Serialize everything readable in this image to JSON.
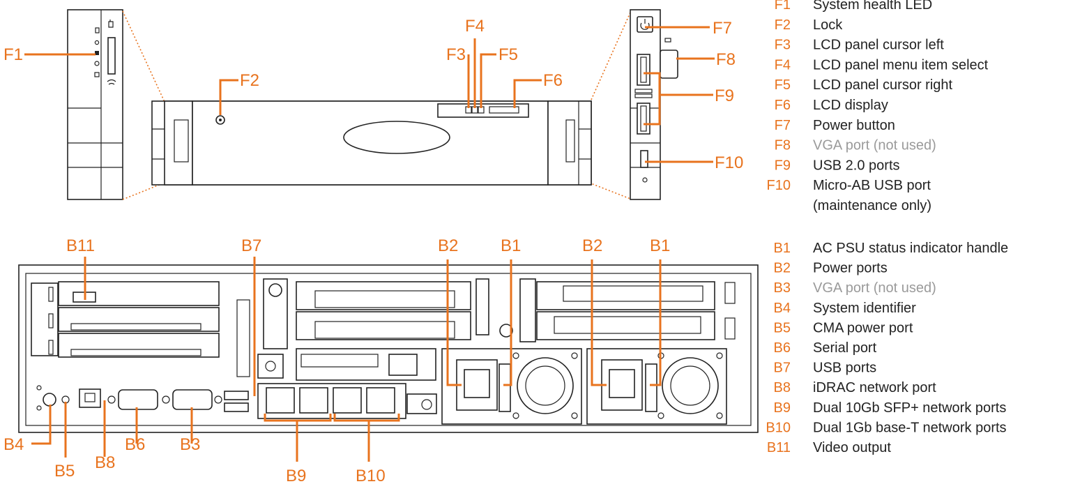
{
  "front_legend": [
    {
      "code": "F1",
      "desc": "System health LED",
      "muted": false
    },
    {
      "code": "F2",
      "desc": "Lock",
      "muted": false
    },
    {
      "code": "F3",
      "desc": "LCD panel cursor left",
      "muted": false
    },
    {
      "code": "F4",
      "desc": "LCD panel menu item select",
      "muted": false
    },
    {
      "code": "F5",
      "desc": "LCD panel cursor right",
      "muted": false
    },
    {
      "code": "F6",
      "desc": "LCD display",
      "muted": false
    },
    {
      "code": "F7",
      "desc": "Power button",
      "muted": false
    },
    {
      "code": "F8",
      "desc": "VGA port (not used)",
      "muted": true
    },
    {
      "code": "F9",
      "desc": "USB 2.0 ports",
      "muted": false
    },
    {
      "code": "F10",
      "desc": "Micro-AB USB port",
      "desc2": "(maintenance only)",
      "muted": false
    }
  ],
  "back_legend": [
    {
      "code": "B1",
      "desc": "AC PSU status indicator handle",
      "muted": false
    },
    {
      "code": "B2",
      "desc": "Power ports",
      "muted": false
    },
    {
      "code": "B3",
      "desc": "VGA port (not used)",
      "muted": true
    },
    {
      "code": "B4",
      "desc": "System identifier",
      "muted": false
    },
    {
      "code": "B5",
      "desc": "CMA power port",
      "muted": false
    },
    {
      "code": "B6",
      "desc": "Serial port",
      "muted": false
    },
    {
      "code": "B7",
      "desc": "USB ports",
      "muted": false
    },
    {
      "code": "B8",
      "desc": "iDRAC network port",
      "muted": false
    },
    {
      "code": "B9",
      "desc": "Dual 10Gb SFP+ network ports",
      "muted": false
    },
    {
      "code": "B10",
      "desc": "Dual 1Gb base-T network ports",
      "muted": false
    },
    {
      "code": "B11",
      "desc": "Video output",
      "muted": false
    }
  ],
  "callouts": {
    "F1": "F1",
    "F2": "F2",
    "F3": "F3",
    "F4": "F4",
    "F5": "F5",
    "F6": "F6",
    "F7": "F7",
    "F8": "F8",
    "F9": "F9",
    "F10": "F10",
    "B1a": "B1",
    "B1b": "B1",
    "B2a": "B2",
    "B2b": "B2",
    "B3": "B3",
    "B4": "B4",
    "B5": "B5",
    "B6": "B6",
    "B7": "B7",
    "B8": "B8",
    "B9": "B9",
    "B10": "B10",
    "B11": "B11"
  },
  "colors": {
    "accent": "#E8731E",
    "text": "#222222",
    "muted": "#9a9a9a",
    "outline": "#222222"
  }
}
